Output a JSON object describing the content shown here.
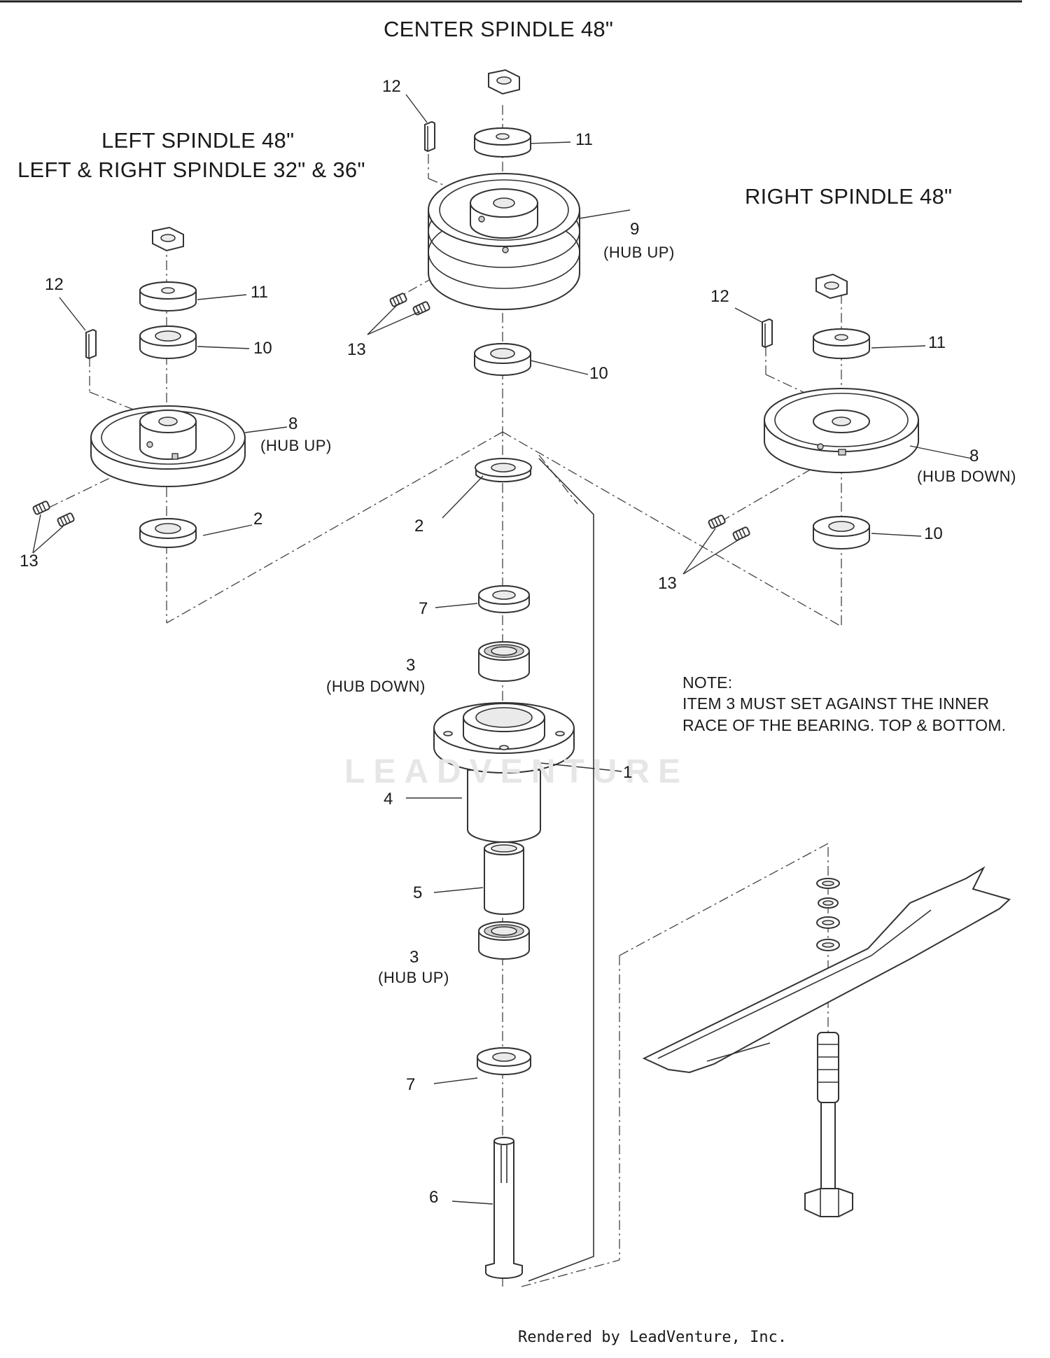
{
  "titles": {
    "center": "CENTER SPINDLE 48\"",
    "left_line1": "LEFT SPINDLE 48\"",
    "left_line2": "LEFT & RIGHT SPINDLE 32\" & 36\"",
    "right": "RIGHT SPINDLE 48\""
  },
  "callouts": {
    "left": {
      "key": "12",
      "washer": "11",
      "spacer": "10",
      "pulley": "8",
      "pulley_note": "(HUB UP)",
      "washer_bottom": "2",
      "setscrews": "13"
    },
    "center": {
      "key": "12",
      "washer": "11",
      "pulley": "9",
      "pulley_note": "(HUB UP)",
      "setscrews": "13",
      "spacer": "10",
      "washer_mid": "2",
      "bearing_seal_top": "7",
      "bearing_top": "3",
      "bearing_top_note": "(HUB DOWN)",
      "housing": "1",
      "housing_body": "4",
      "spacer_tube": "5",
      "bearing_bottom": "3",
      "bearing_bottom_note": "(HUB UP)",
      "bearing_seal_bottom": "7",
      "shaft": "6"
    },
    "right": {
      "key": "12",
      "washer": "11",
      "pulley": "8",
      "pulley_note": "(HUB DOWN)",
      "setscrews": "13",
      "spacer": "10"
    }
  },
  "note": {
    "heading": "NOTE:",
    "line1": "ITEM 3 MUST SET AGAINST THE INNER",
    "line2": "RACE OF THE BEARING. TOP & BOTTOM."
  },
  "watermark": "LEADVENTURE",
  "credit": "Rendered by LeadVenture, Inc."
}
